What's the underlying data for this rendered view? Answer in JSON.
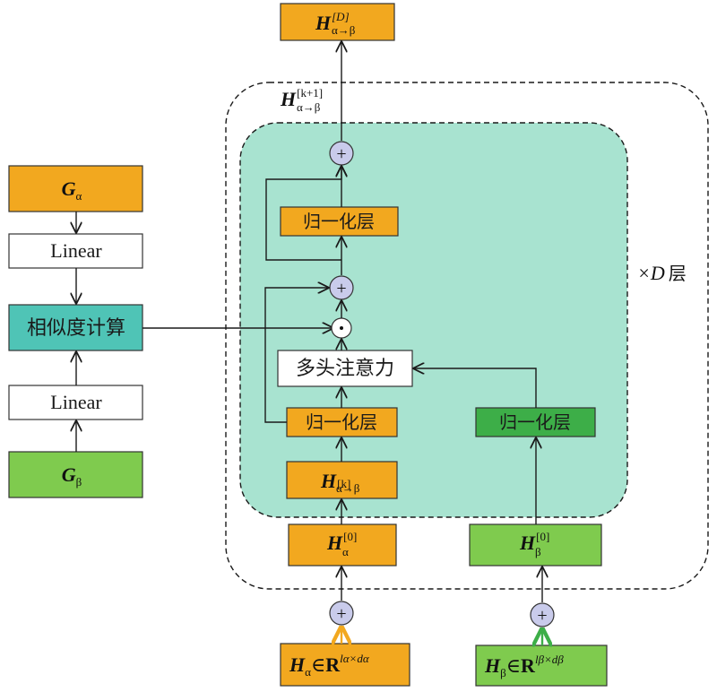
{
  "colors": {
    "orange": "#F2A81F",
    "green": "#7FCB4E",
    "dark_green": "#3DAE48",
    "teal": "#4FC4B6",
    "block_fill": "#A8E3D0",
    "op_circle": "#C9CBEB"
  },
  "labels": {
    "g_alpha_main": "G",
    "g_alpha_sub": "α",
    "g_beta_main": "G",
    "g_beta_sub": "β",
    "linear_top": "Linear",
    "linear_bottom": "Linear",
    "similarity": "相似度计算",
    "norm_top": "归一化层",
    "norm_left": "归一化层",
    "norm_right": "归一化层",
    "multi_head": "多头注意力",
    "repeat_main": "×D",
    "repeat_unit": "层",
    "h_out_main": "H",
    "h_out_sup": "[D]",
    "h_out_sub": "α→β",
    "h_next_main": "H",
    "h_next_sup": "[k+1]",
    "h_next_sub": "α→β",
    "h_k_main": "H",
    "h_k_sup": "[k]",
    "h_k_sub": "α→β",
    "h_a0_main": "H",
    "h_a0_sup": "[0]",
    "h_a0_sub": "α",
    "h_b0_main": "H",
    "h_b0_sup": "[0]",
    "h_b0_sub": "β",
    "h_alpha_in_main": "H",
    "h_alpha_in_sub": "α",
    "h_alpha_in_elem": "∈",
    "h_alpha_in_set": "R",
    "h_alpha_in_exp": "lα×dα",
    "h_beta_in_main": "H",
    "h_beta_in_sub": "β",
    "h_beta_in_elem": "∈",
    "h_beta_in_set": "R",
    "h_beta_in_exp": "lβ×dβ",
    "plus": "+",
    "odot": "⊙"
  }
}
